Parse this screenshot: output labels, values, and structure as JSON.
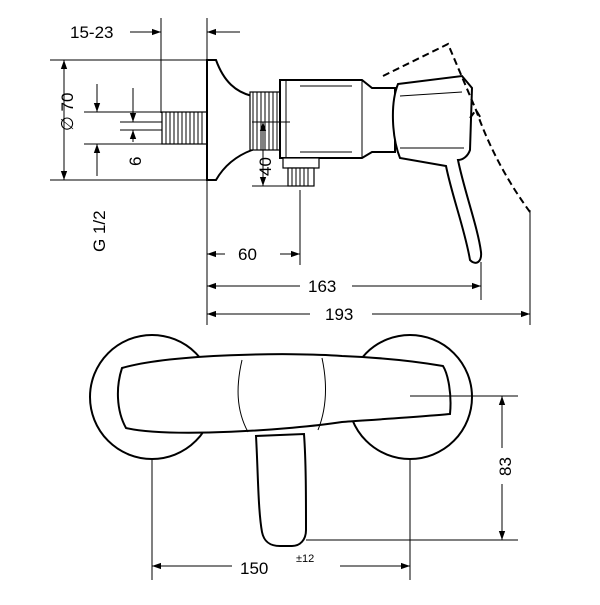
{
  "side_view": {
    "wall_offset": "15-23",
    "diameter": "∅ 70",
    "nut": "6",
    "height_40": "40",
    "thread": "G 1/2",
    "depth_60": "60",
    "length_163": "163",
    "length_193": "193"
  },
  "front_view": {
    "height_83": "83",
    "center_distance": "150",
    "tolerance": "±12"
  }
}
